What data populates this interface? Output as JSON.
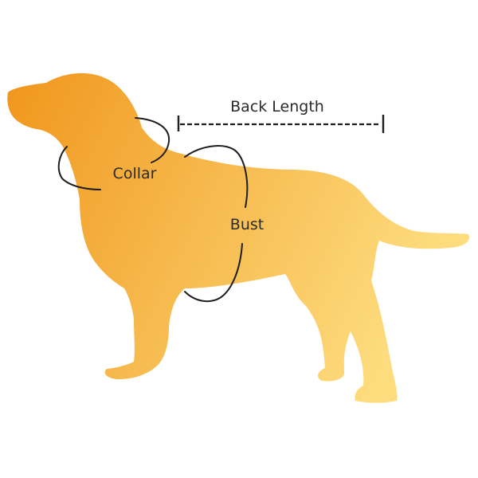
{
  "figure": {
    "subject": "dog-silhouette",
    "gradient": {
      "start_color": "#f0961c",
      "end_color": "#fddc7e"
    },
    "tape_color": "#1e1e1e",
    "text_color": "#2b2b2b"
  },
  "measurements": {
    "back_length": {
      "label": "Back Length"
    },
    "collar": {
      "label": "Collar"
    },
    "bust": {
      "label": "Bust"
    }
  }
}
